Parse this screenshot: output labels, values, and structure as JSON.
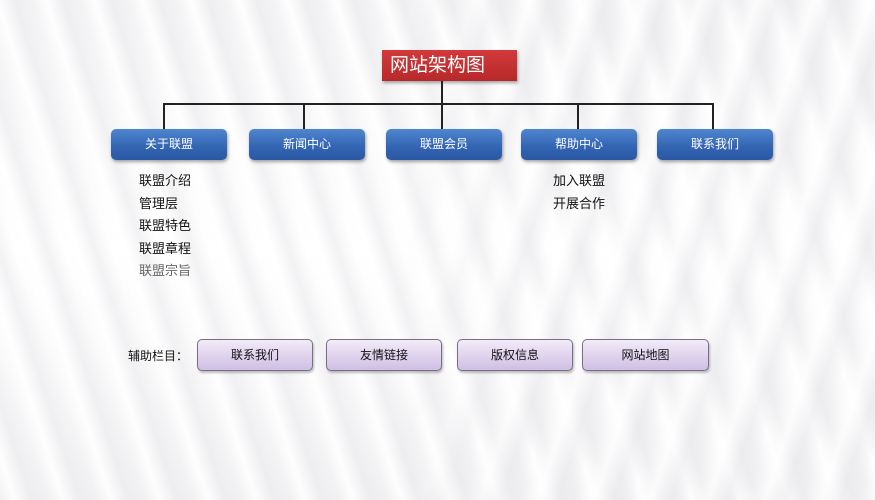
{
  "title": "网站架构图",
  "colors": {
    "title_bg": "#c32f31",
    "node_bg": "#3466b4",
    "aux_bg": "#ddd0ec",
    "connector": "#222222"
  },
  "nodes": [
    {
      "label": "关于联盟",
      "children": [
        "联盟介绍",
        "管理层",
        "联盟特色",
        "联盟章程",
        "联盟宗旨"
      ]
    },
    {
      "label": "新闻中心",
      "children": []
    },
    {
      "label": "联盟会员",
      "children": []
    },
    {
      "label": "帮助中心",
      "children": [
        "加入联盟",
        "开展合作"
      ]
    },
    {
      "label": "联系我们",
      "children": []
    }
  ],
  "auxiliary": {
    "label": "辅助栏目：",
    "items": [
      "联系我们",
      "友情链接",
      "版权信息",
      "网站地图"
    ]
  }
}
